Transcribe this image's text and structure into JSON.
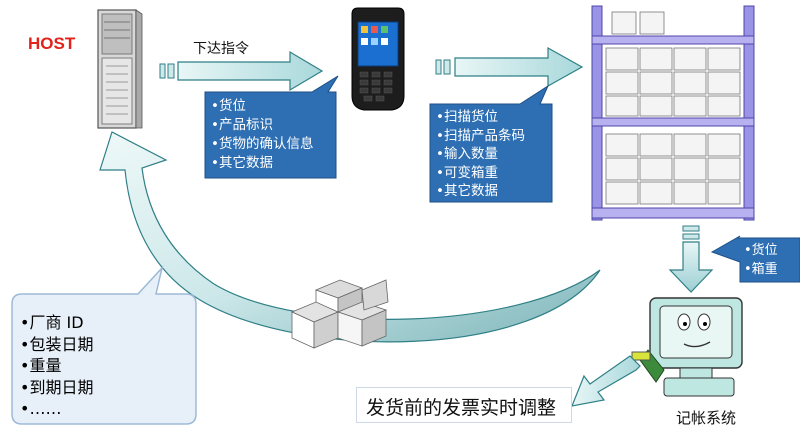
{
  "host": {
    "label": "HOST"
  },
  "command_label": "下达指令",
  "callout_device": {
    "items": [
      "•货位",
      "•产品标识",
      "•货物的确认信息",
      "•其它数据"
    ]
  },
  "callout_scan": {
    "items": [
      "•扫描货位",
      "•扫描产品条码",
      "•输入数量",
      "•可变箱重",
      "•其它数据"
    ]
  },
  "callout_weight": {
    "items": [
      "•货位",
      "•箱重"
    ]
  },
  "callout_vendor": {
    "items": [
      "•厂商 ID",
      "•包装日期",
      "•重量",
      "•到期日期",
      "•……"
    ]
  },
  "bottom_box": {
    "label": "发货前的发票实时调整"
  },
  "system_label": "记帐系统",
  "colors": {
    "callout_fill": "#2e6fb3",
    "callout_text": "#ffffff",
    "arrow_fill": "#cfe9ea",
    "arrow_edge": "#2f7f86",
    "rack": "#9a93e6",
    "host_label": "#e0231b",
    "vendor_fill": "#e7f0f8",
    "vendor_edge": "#9db9d8"
  }
}
